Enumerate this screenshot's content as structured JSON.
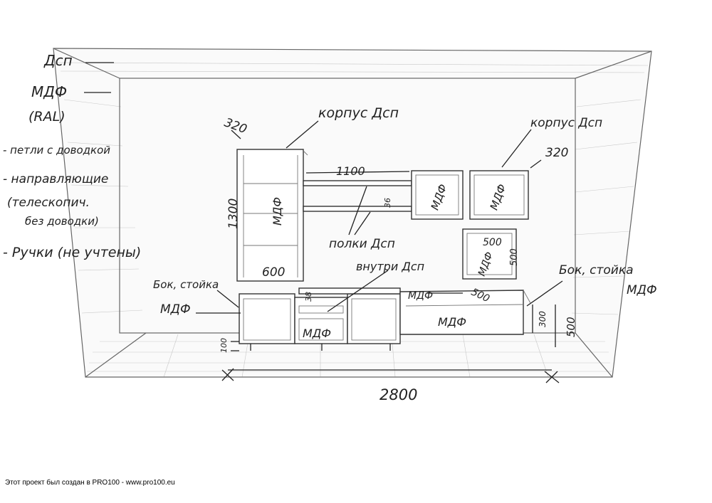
{
  "legend": {
    "dsp": "Дсп",
    "mdf": "МДФ",
    "ral": "(RAL)",
    "hinges": "- петли с доводкой",
    "guides_1": "- направляющие",
    "guides_2": "(телескопич.",
    "guides_3": "без доводки)",
    "handles": "- Ручки (не учтены)"
  },
  "labels": {
    "korpus_left": "корпус Дсп",
    "korpus_right": "корпус Дсп",
    "polki": "полки Дсп",
    "vnutri": "внутри Дсп",
    "bok_left_1": "Бок, стойка",
    "bok_left_2": "МДФ",
    "bok_right_1": "Бок, стойка",
    "bok_right_2": "МДФ",
    "mdf_tall": "МДФ",
    "mdf_sq1": "МДФ",
    "mdf_sq2": "МДФ",
    "mdf_small": "МДФ",
    "mdf_drawer": "МДФ",
    "mdf_top": "МДФ",
    "mdf_low": "МДФ"
  },
  "dimensions": {
    "depth_left": "320",
    "depth_right": "320",
    "height_tall": "1300",
    "width_tall": "600",
    "shelf_width": "1100",
    "shelf_gap": "36",
    "small_w": "500",
    "small_h": "500",
    "low_depth": "500",
    "low_h1": "300",
    "low_h2": "500",
    "leg_h": "100",
    "top_rail": "38",
    "total_width": "2800"
  },
  "footer": "Этот проект был создан в PRO100 - www.pro100.eu"
}
